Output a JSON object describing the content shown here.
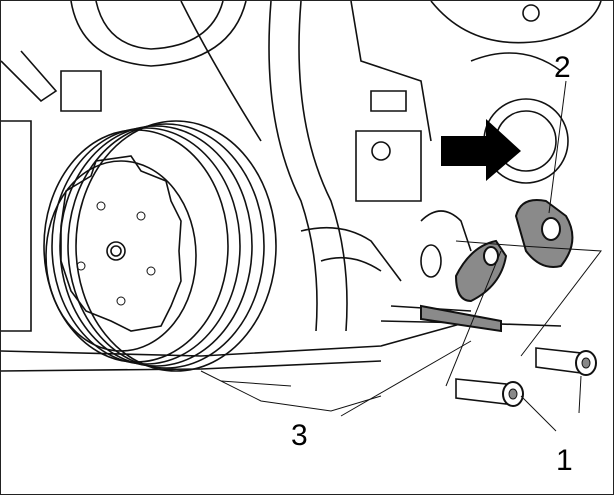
{
  "callouts": {
    "bolts": "1",
    "bracket": "2",
    "spacer": "3"
  },
  "colors": {
    "line": "#111111",
    "highlight": "#8a8a8a",
    "arrow": "#000000"
  }
}
